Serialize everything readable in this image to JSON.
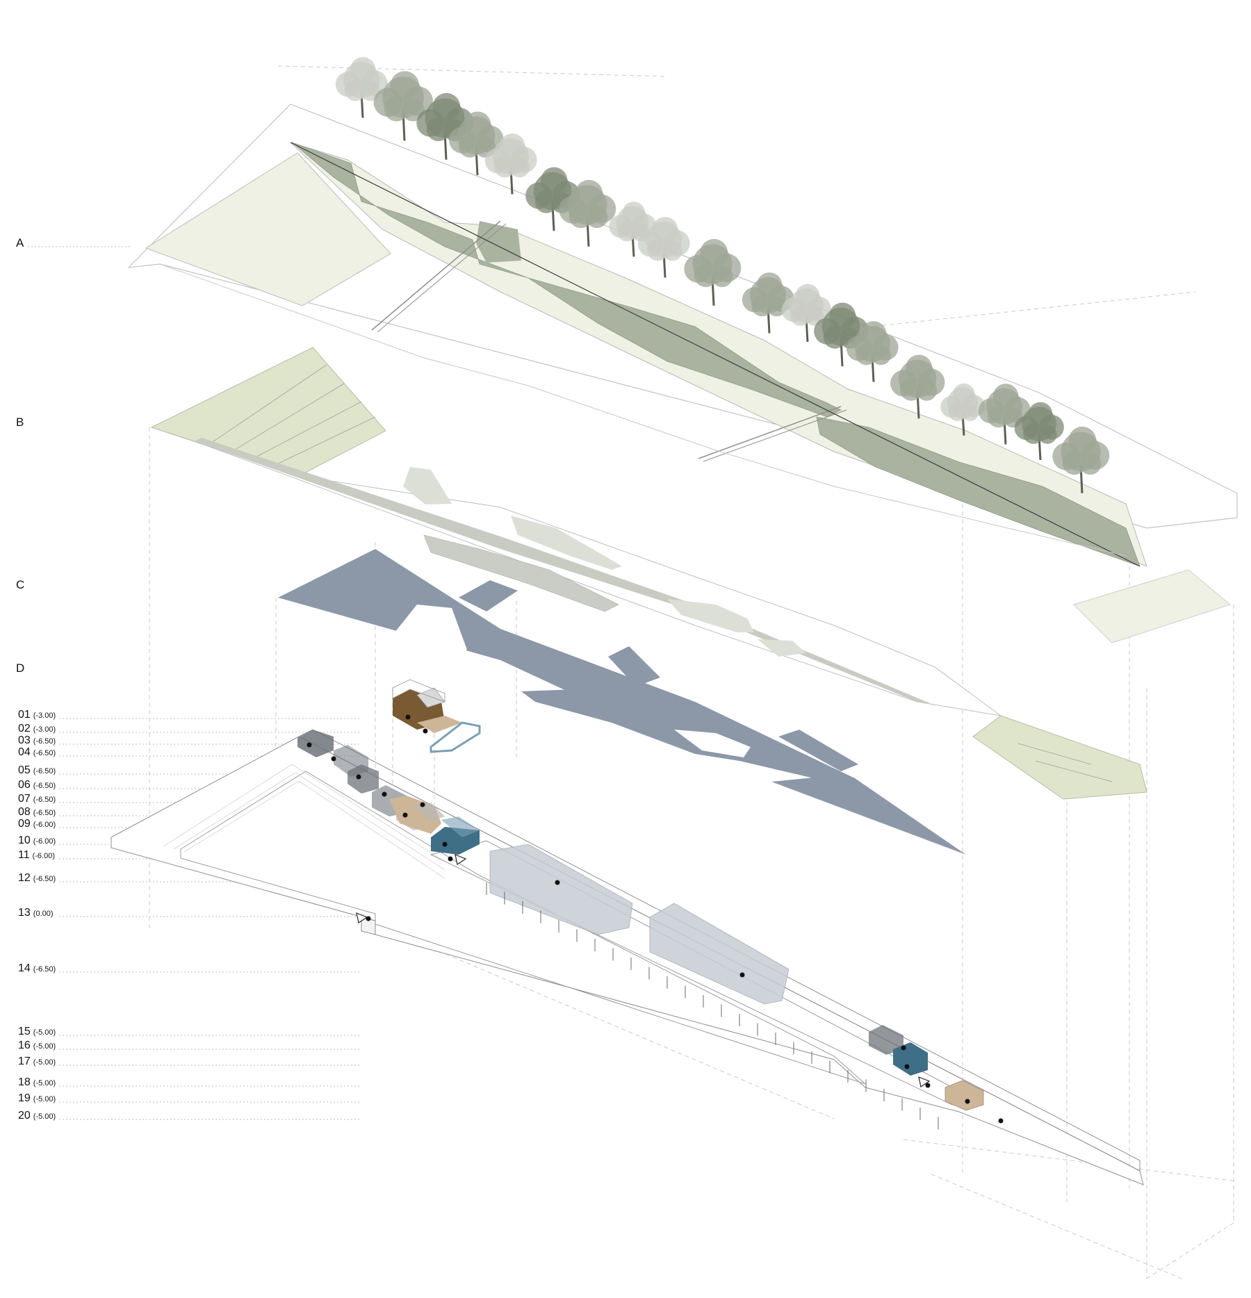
{
  "layers": [
    {
      "id": "A",
      "label": "A"
    },
    {
      "id": "B",
      "label": "B"
    },
    {
      "id": "C",
      "label": "C"
    },
    {
      "id": "D",
      "label": "D"
    }
  ],
  "levels": [
    {
      "num": "01",
      "elev": "(-3.00)"
    },
    {
      "num": "02",
      "elev": "(-3.00)"
    },
    {
      "num": "03",
      "elev": "(-6.50)"
    },
    {
      "num": "04",
      "elev": "(-6.50)"
    },
    {
      "num": "05",
      "elev": "(-6.50)"
    },
    {
      "num": "06",
      "elev": "(-6.50)"
    },
    {
      "num": "07",
      "elev": "(-6.50)"
    },
    {
      "num": "08",
      "elev": "(-6.50)"
    },
    {
      "num": "09",
      "elev": "(-6.00)"
    },
    {
      "num": "10",
      "elev": "(-6.00)"
    },
    {
      "num": "11",
      "elev": "(-6.00)"
    },
    {
      "num": "12",
      "elev": "(-6.50)"
    },
    {
      "num": "13",
      "elev": "(0.00)"
    },
    {
      "num": "14",
      "elev": "(-6.50)"
    },
    {
      "num": "15",
      "elev": "(-5.00)"
    },
    {
      "num": "16",
      "elev": "(-5.00)"
    },
    {
      "num": "17",
      "elev": "(-5.00)"
    },
    {
      "num": "18",
      "elev": "(-5.00)"
    },
    {
      "num": "19",
      "elev": "(-5.00)"
    },
    {
      "num": "20",
      "elev": "(-5.00)"
    }
  ],
  "colors": {
    "grass": "#eef1e3",
    "planting": "#a9b3a0",
    "field": "#dfe5cb",
    "stone": "#dcdfd6",
    "slate": "#8c98a8",
    "glass": "#c7cdd4",
    "dark_box": "#6f747b",
    "teal": "#3f6f86",
    "tan": "#cdb598",
    "brown": "#7a5a32",
    "line": "#b5b5b5",
    "tree_light": "#c9ccc4",
    "tree_mid": "#9ea595",
    "tree_dark": "#7e8a76"
  }
}
